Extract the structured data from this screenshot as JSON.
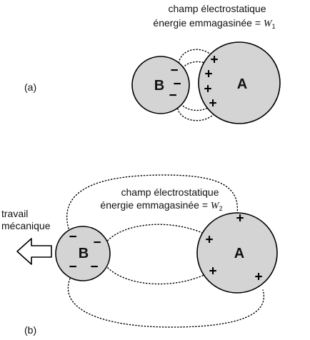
{
  "panel_a": {
    "label": "(a)",
    "caption_line1": "champ électrostatique",
    "caption_line2_text": "énergie emmagasinée = ",
    "caption_var": "W",
    "caption_sub": "1",
    "sphere_b": "B",
    "sphere_a": "A",
    "charges_b": [
      "−",
      "−",
      "−"
    ],
    "charges_a": [
      "+",
      "+",
      "+",
      "+"
    ]
  },
  "panel_b": {
    "label": "(b)",
    "caption_line1": "champ électrostatique",
    "caption_line2_text": "énergie emmagasinée = ",
    "caption_var": "W",
    "caption_sub": "2",
    "work_line1": "travail",
    "work_line2": "mécanique",
    "sphere_b": "B",
    "sphere_a": "A",
    "charges_b": [
      "−",
      "−",
      "−",
      "−"
    ],
    "charges_a": [
      "+",
      "+",
      "+",
      "+"
    ]
  },
  "colors": {
    "sphere_fill": "#d4d4d4",
    "stroke": "#000000",
    "background": "#ffffff"
  }
}
